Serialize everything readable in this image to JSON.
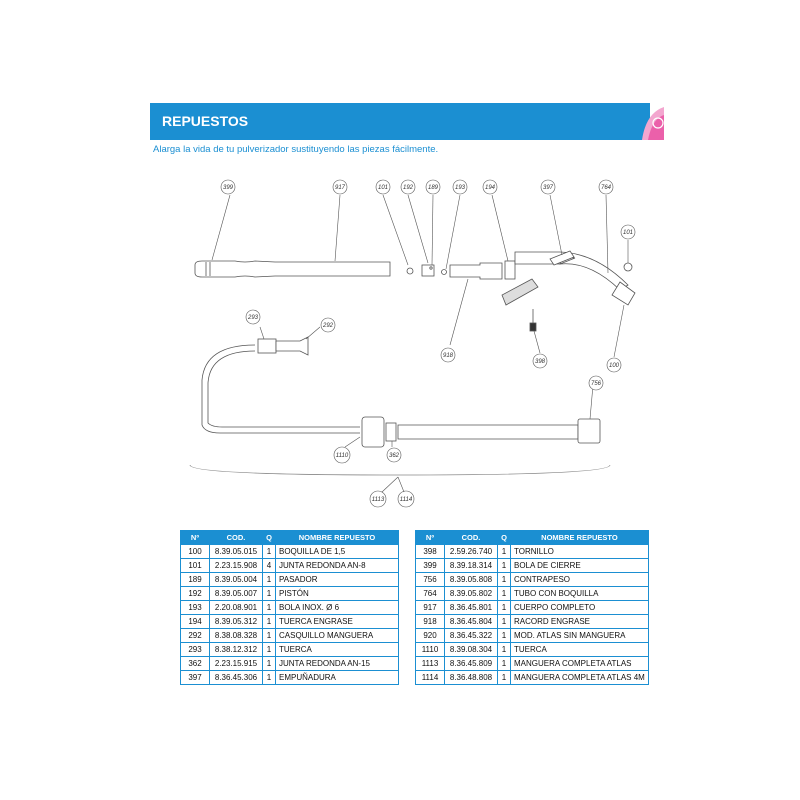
{
  "header": {
    "title": "REPUESTOS"
  },
  "subtitle": "Alarga la vida de tu pulverizador sustituyendo las piezas fácilmente.",
  "colors": {
    "accent": "#1b8fd2",
    "deco": "#e84fa0"
  },
  "diagram": {
    "labels": [
      "399",
      "917",
      "101",
      "192",
      "189",
      "193",
      "194",
      "397",
      "764",
      "101",
      "293",
      "292",
      "918",
      "398",
      "100",
      "756",
      "1110",
      "362",
      "1113",
      "1114"
    ]
  },
  "table": {
    "headers": [
      "Nº",
      "COD.",
      "Q",
      "NOMBRE REPUESTO"
    ],
    "left": [
      [
        "100",
        "8.39.05.015",
        "1",
        "BOQUILLA DE 1,5"
      ],
      [
        "101",
        "2.23.15.908",
        "4",
        "JUNTA REDONDA AN-8"
      ],
      [
        "189",
        "8.39.05.004",
        "1",
        "PASADOR"
      ],
      [
        "192",
        "8.39.05.007",
        "1",
        "PISTÓN"
      ],
      [
        "193",
        "2.20.08.901",
        "1",
        "BOLA INOX. Ø 6"
      ],
      [
        "194",
        "8.39.05.312",
        "1",
        "TUERCA ENGRASE"
      ],
      [
        "292",
        "8.38.08.328",
        "1",
        "CASQUILLO MANGUERA"
      ],
      [
        "293",
        "8.38.12.312",
        "1",
        "TUERCA"
      ],
      [
        "362",
        "2.23.15.915",
        "1",
        "JUNTA REDONDA AN-15"
      ],
      [
        "397",
        "8.36.45.306",
        "1",
        "EMPUÑADURA"
      ]
    ],
    "right": [
      [
        "398",
        "2.59.26.740",
        "1",
        "TORNILLO"
      ],
      [
        "399",
        "8.39.18.314",
        "1",
        "BOLA DE CIERRE"
      ],
      [
        "756",
        "8.39.05.808",
        "1",
        "CONTRAPESO"
      ],
      [
        "764",
        "8.39.05.802",
        "1",
        "TUBO CON BOQUILLA"
      ],
      [
        "917",
        "8.36.45.801",
        "1",
        "CUERPO COMPLETO"
      ],
      [
        "918",
        "8.36.45.804",
        "1",
        "RACORD ENGRASE"
      ],
      [
        "920",
        "8.36.45.322",
        "1",
        "MOD. ATLAS SIN MANGUERA"
      ],
      [
        "1110",
        "8.39.08.304",
        "1",
        "TUERCA"
      ],
      [
        "1113",
        "8.36.45.809",
        "1",
        "MANGUERA COMPLETA ATLAS"
      ],
      [
        "1114",
        "8.36.48.808",
        "1",
        "MANGUERA COMPLETA ATLAS 4M"
      ]
    ]
  }
}
